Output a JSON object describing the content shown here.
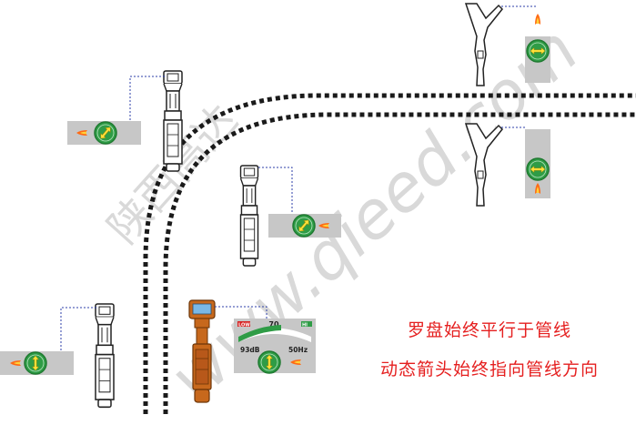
{
  "caption": {
    "line1": "罗盘始终平行于管线",
    "line2": "动态箭头始终指向管线方向"
  },
  "watermark": {
    "chinese": "陕西高达",
    "url": "www.qieed.com"
  },
  "readout": {
    "value_top": "70",
    "signal_db": "93dB",
    "frequency": "50Hz",
    "label_left": "LOW",
    "label_right": "HI"
  },
  "colors": {
    "pipe_dash": "#1a1a1a",
    "panel_bg": "#c7c7c7",
    "compass_green": "#2f9c46",
    "compass_rim": "#1f7a31",
    "arrow_yellow": "#ffe13a",
    "arrow_cue": "#ff6a14",
    "caption": "#e51f1f",
    "locator_orange": "#c7681c",
    "leader_line": "#2c3fa8",
    "watermark": "#d6d6d6"
  },
  "icons": [
    "locator-outline-icon",
    "compass-icon",
    "direction-arrow-icon",
    "flame-cue-icon"
  ]
}
